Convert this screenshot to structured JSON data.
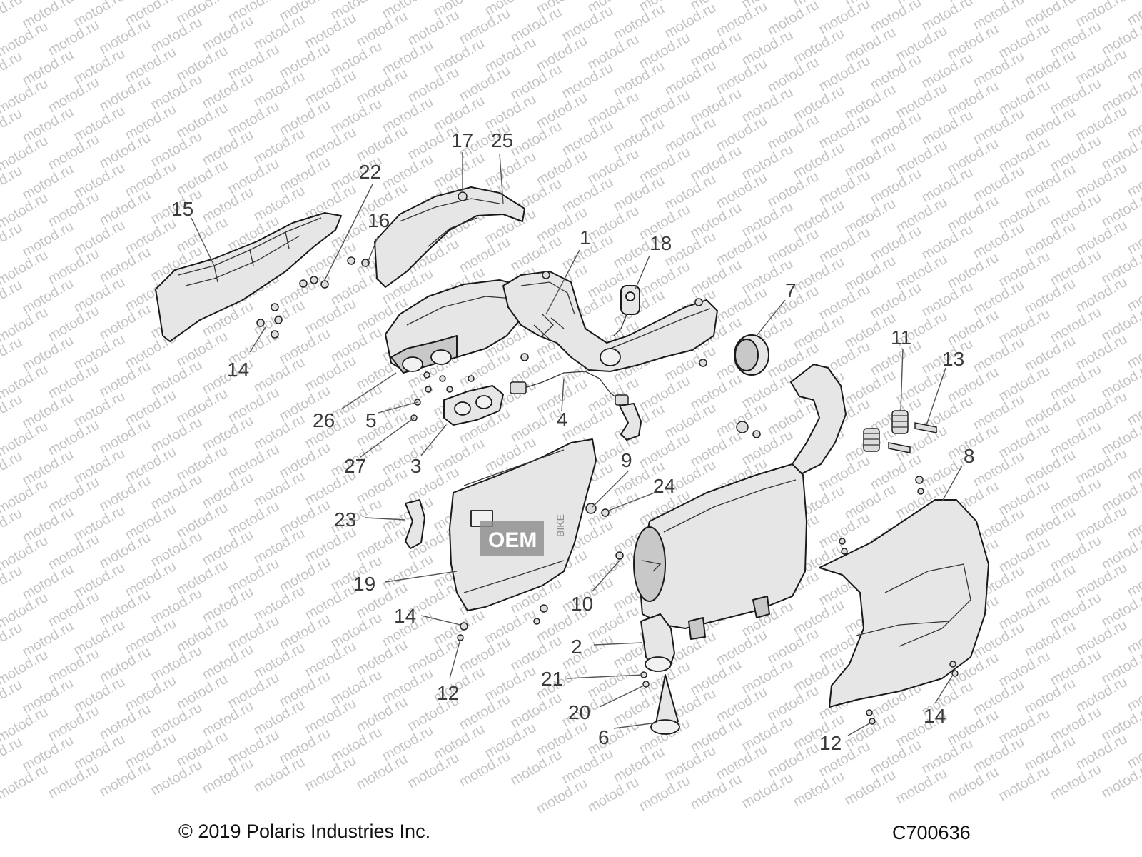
{
  "watermark": "motod.ru",
  "footer": {
    "copyright": "© 2019 Polaris Industries Inc.",
    "diagram_id": "C700636"
  },
  "badge": {
    "oem": "OEM",
    "bike": "BIKE"
  },
  "callouts": [
    "17",
    "25",
    "22",
    "15",
    "16",
    "1",
    "18",
    "7",
    "14",
    "26",
    "5",
    "4",
    "27",
    "3",
    "11",
    "13",
    "8",
    "9",
    "24",
    "23",
    "19",
    "10",
    "14",
    "12",
    "2",
    "21",
    "20",
    "6",
    "14",
    "12"
  ],
  "colors": {
    "line": "#1a1a1a",
    "fill": "#e6e6e6",
    "text": "#3a3a3a",
    "watermark": "#c4c4c4"
  }
}
